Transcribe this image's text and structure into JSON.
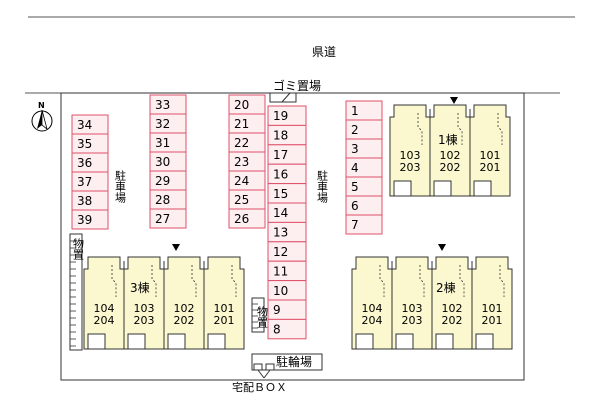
{
  "road_label": "県道",
  "garbage_label": "ゴミ置場",
  "bike_parking_label": "駐輪場",
  "delivery_box_label": "宅配ＢＯＸ",
  "storage_label": "物置",
  "compass_label": "N",
  "parking_vertical_label": "駐車場",
  "colors": {
    "parking_fill": "#fdeef0",
    "parking_border": "#e0506a",
    "building_fill": "#fbf8cf",
    "line": "#333333"
  },
  "parking": {
    "col_a": [
      "34",
      "35",
      "36",
      "37",
      "38",
      "39"
    ],
    "col_b": [
      "33",
      "32",
      "31",
      "30",
      "29",
      "28",
      "27"
    ],
    "col_c": [
      "20",
      "21",
      "22",
      "23",
      "24",
      "25",
      "26"
    ],
    "col_d": [
      "19",
      "18",
      "17",
      "16",
      "15",
      "14",
      "13",
      "12",
      "11",
      "10",
      "9",
      "8"
    ],
    "col_e": [
      "1",
      "2",
      "3",
      "4",
      "5",
      "6",
      "7"
    ]
  },
  "buildings": [
    {
      "name": "1棟",
      "units": [
        {
          "top": "103",
          "bottom": "203"
        },
        {
          "top": "102",
          "bottom": "202"
        },
        {
          "top": "101",
          "bottom": "201"
        }
      ]
    },
    {
      "name": "3棟",
      "units": [
        {
          "top": "104",
          "bottom": "204"
        },
        {
          "top": "103",
          "bottom": "203"
        },
        {
          "top": "102",
          "bottom": "202"
        },
        {
          "top": "101",
          "bottom": "201"
        }
      ]
    },
    {
      "name": "2棟",
      "units": [
        {
          "top": "104",
          "bottom": "204"
        },
        {
          "top": "103",
          "bottom": "203"
        },
        {
          "top": "102",
          "bottom": "202"
        },
        {
          "top": "101",
          "bottom": "201"
        }
      ]
    }
  ]
}
